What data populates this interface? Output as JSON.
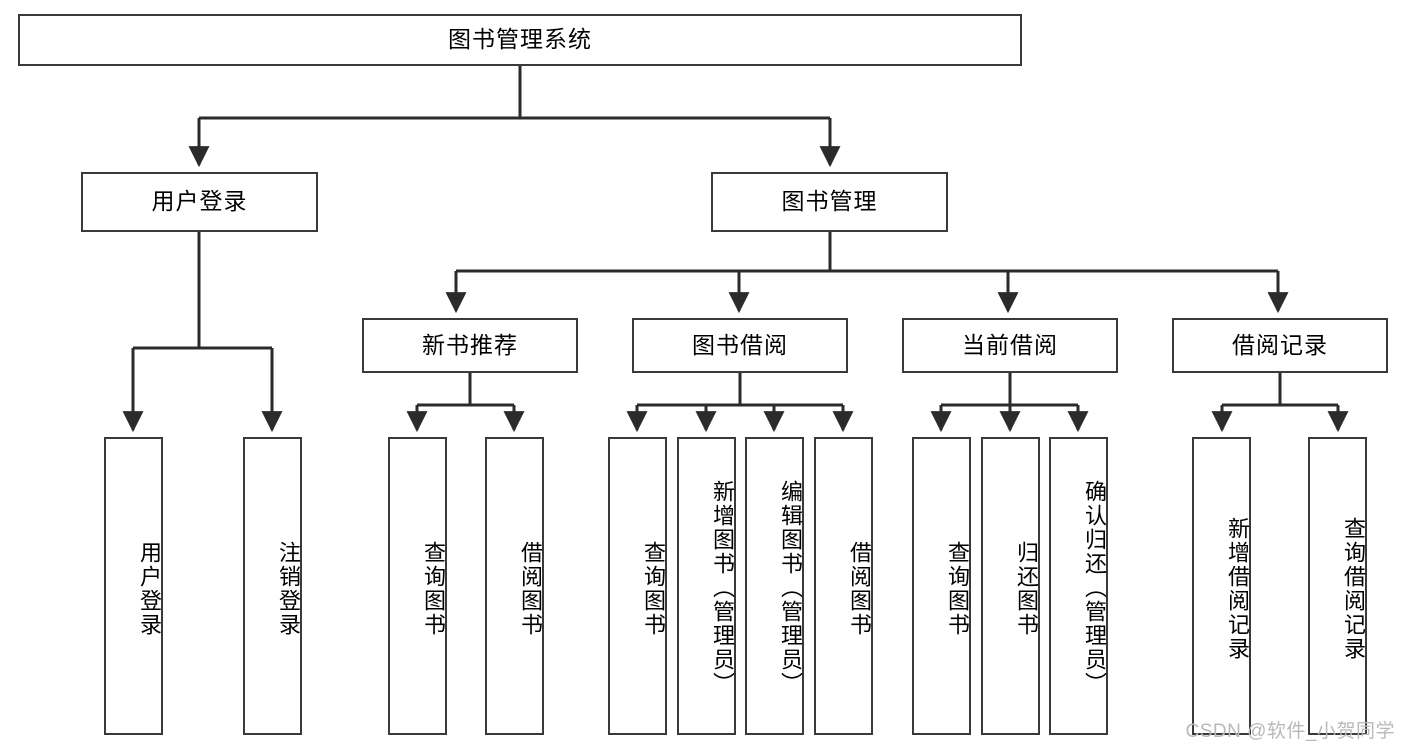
{
  "diagram": {
    "title": "图书管理系统",
    "type": "hierarchy-tree",
    "colors": {
      "box_border": "#3a3a3a",
      "box_fill": "#ffffff",
      "connector": "#2b2b2b",
      "text": "#000000",
      "watermark": "#b9b9b9",
      "background": "#ffffff"
    },
    "root": {
      "label": "图书管理系统"
    },
    "level2": [
      {
        "label": "用户登录"
      },
      {
        "label": "图书管理"
      }
    ],
    "level3": [
      {
        "label": "新书推荐"
      },
      {
        "label": "图书借阅"
      },
      {
        "label": "当前借阅"
      },
      {
        "label": "借阅记录"
      }
    ],
    "leaves": {
      "user_login": [
        {
          "label": "用户登录"
        },
        {
          "label": "注销登录"
        }
      ],
      "new_book_recommend": [
        {
          "label": "查询图书"
        },
        {
          "label": "借阅图书"
        }
      ],
      "book_borrow": [
        {
          "label": "查询图书"
        },
        {
          "label": "新增图书（管理员）"
        },
        {
          "label": "编辑图书（管理员）"
        },
        {
          "label": "借阅图书"
        }
      ],
      "current_borrow": [
        {
          "label": "查询图书"
        },
        {
          "label": "归还图书"
        },
        {
          "label": "确认归还（管理员）"
        }
      ],
      "borrow_record": [
        {
          "label": "新增借阅记录"
        },
        {
          "label": "查询借阅记录"
        }
      ]
    }
  },
  "watermark": {
    "text": "CSDN @软件_小贺同学"
  }
}
